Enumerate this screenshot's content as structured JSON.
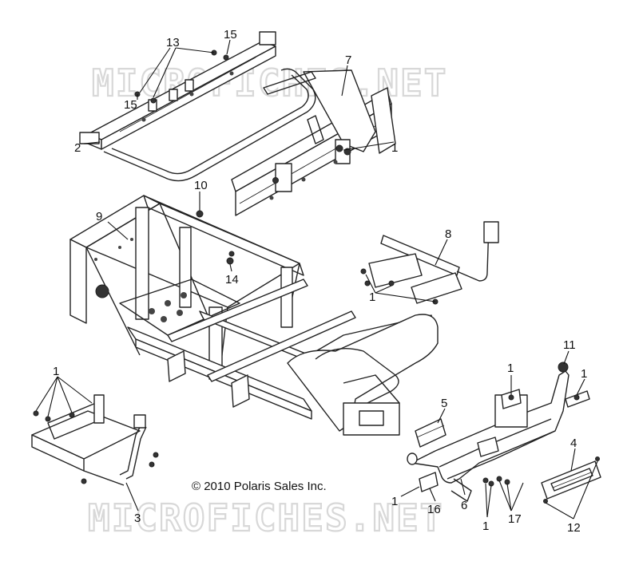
{
  "diagram": {
    "copyright": "© 2010 Polaris Sales Inc.",
    "watermark": "MICROFICHES.NET",
    "callouts": [
      "1",
      "1",
      "1",
      "1",
      "1",
      "1",
      "1",
      "2",
      "3",
      "4",
      "5",
      "6",
      "7",
      "8",
      "9",
      "10",
      "11",
      "12",
      "13",
      "14",
      "15",
      "15",
      "16",
      "17"
    ]
  }
}
